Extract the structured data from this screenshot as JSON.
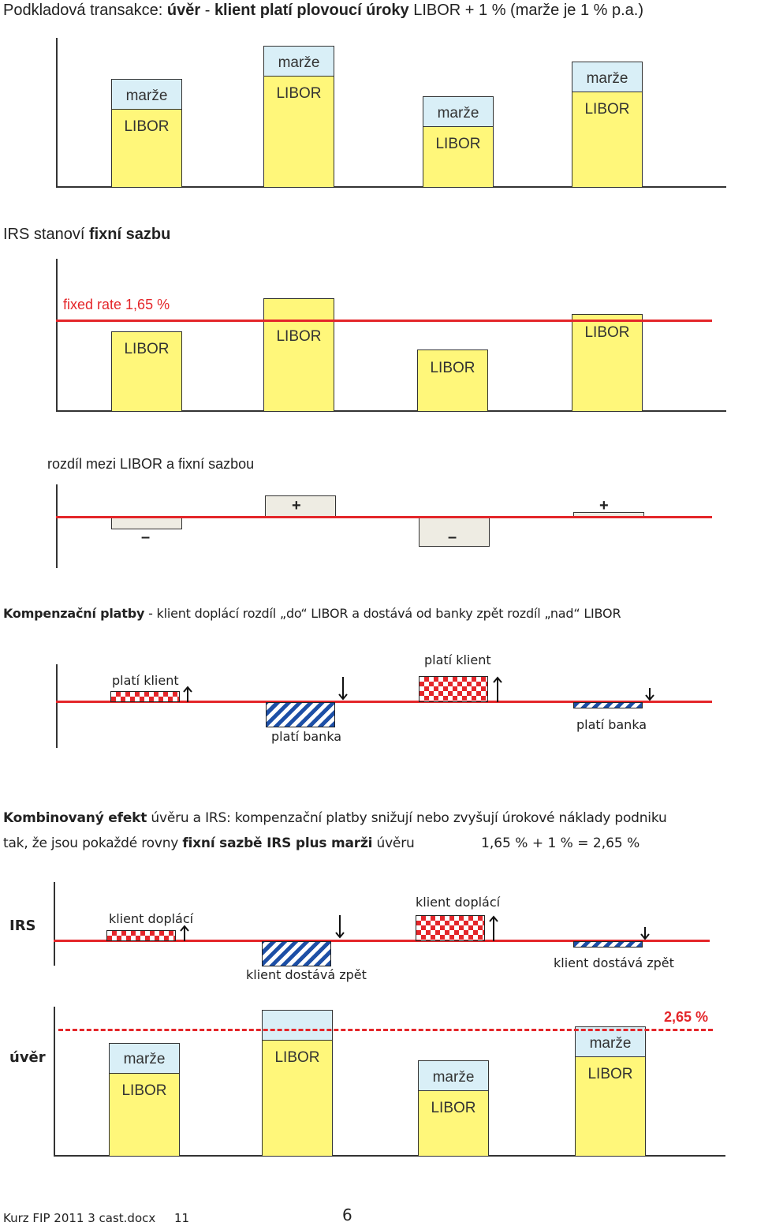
{
  "title": {
    "prefix": "Podkladová transakce: ",
    "uver": "úvěr",
    "dash": " - ",
    "klient": "klient platí plovoucí úroky",
    "rest": "  LIBOR + 1 %  (marže je 1 % p.a.)"
  },
  "section1": {
    "boxes": [
      {
        "marze": "marže",
        "libor": "LIBOR"
      },
      {
        "marze": "marže",
        "libor": "LIBOR"
      },
      {
        "marze": "marže",
        "libor": "LIBOR"
      },
      {
        "marze": "marže",
        "libor": "LIBOR"
      }
    ]
  },
  "section2": {
    "heading_a": "IRS stanoví ",
    "heading_b": "fixní sazbu",
    "fixed_rate": "fixed rate 1,65 %",
    "libor": [
      "LIBOR",
      "LIBOR",
      "LIBOR",
      "LIBOR"
    ]
  },
  "section3": {
    "heading": "rozdíl mezi LIBOR a fixní sazbou",
    "signs": [
      "–",
      "+",
      "–",
      "+"
    ]
  },
  "section4": {
    "heading_bold": "Kompenzační platby",
    "heading_rest": " - klient doplácí rozdíl „do“ LIBOR  a dostává od banky zpět rozdíl „nad“ LIBOR",
    "labels": [
      "platí klient",
      "platí banka",
      "platí klient",
      "platí banka"
    ]
  },
  "section5": {
    "line1_bold": "Kombinovaný efekt",
    "line1_rest": " úvěru a IRS: kompenzační platby snižují nebo zvyšují úrokové náklady podniku",
    "line2_a": "tak, že jsou pokaždé rovny ",
    "line2_bold": "fixní sazbě IRS plus marži",
    "line2_b": " úvěru",
    "line2_calc": "1,65 %  +  1 %  =  2,65 %"
  },
  "section6": {
    "label_irs": "IRS",
    "labels": [
      "klient doplácí",
      "klient dostává zpět",
      "klient doplácí",
      "klient dostává zpět"
    ]
  },
  "section7": {
    "label_uver": "úvěr",
    "rate": "2,65 %",
    "boxes": [
      {
        "marze": "marže",
        "libor": "LIBOR"
      },
      {
        "marze": "",
        "libor": "LIBOR"
      },
      {
        "marze": "marže",
        "libor": "LIBOR"
      },
      {
        "marze": "marže",
        "libor": "LIBOR"
      }
    ]
  },
  "footer": {
    "doc": "Kurz FIP 2011 3 cast.docx",
    "num": "11",
    "page": "6"
  },
  "colors": {
    "libor": "#fff77a",
    "marze": "#d9eff7",
    "line": "#e4262a",
    "hatch": "#1d4fa6"
  }
}
